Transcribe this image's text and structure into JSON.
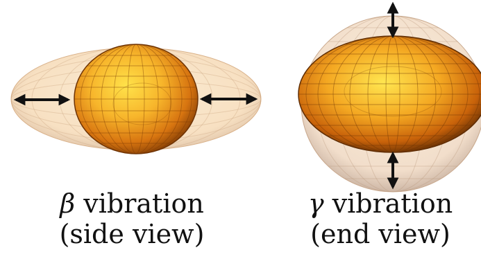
{
  "colors": {
    "shell": "#f2c98e",
    "core_light": "#ffe24a",
    "core_mid": "#f5a623",
    "core_dark": "#9a4a06",
    "arrow": "#111111"
  },
  "panels": [
    {
      "symbol": "β",
      "word": "vibration",
      "view": "(side view)",
      "arrows": "horizontal"
    },
    {
      "symbol": "γ",
      "word": "vibration",
      "view": "(end view)",
      "arrows": "vertical"
    }
  ]
}
